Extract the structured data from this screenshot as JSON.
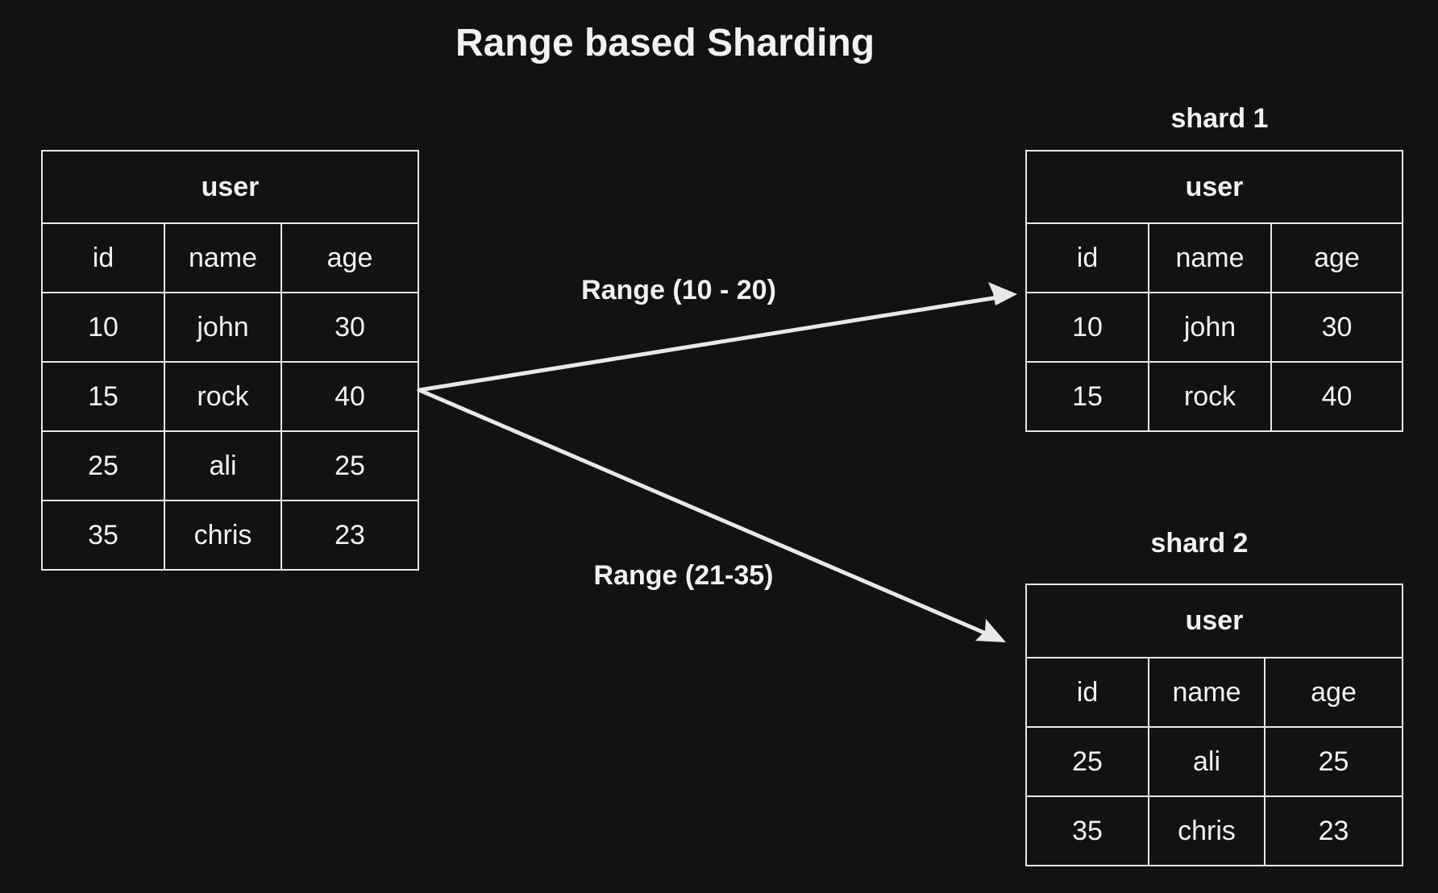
{
  "title": "Range based Sharding",
  "source": {
    "table_name": "user",
    "columns": [
      "id",
      "name",
      "age"
    ],
    "rows": [
      [
        "10",
        "john",
        "30"
      ],
      [
        "15",
        "rock",
        "40"
      ],
      [
        "25",
        "ali",
        "25"
      ],
      [
        "35",
        "chris",
        "23"
      ]
    ]
  },
  "shard1": {
    "label": "shard 1",
    "table_name": "user",
    "columns": [
      "id",
      "name",
      "age"
    ],
    "rows": [
      [
        "10",
        "john",
        "30"
      ],
      [
        "15",
        "rock",
        "40"
      ]
    ]
  },
  "shard2": {
    "label": "shard 2",
    "table_name": "user",
    "columns": [
      "id",
      "name",
      "age"
    ],
    "rows": [
      [
        "25",
        "ali",
        "25"
      ],
      [
        "35",
        "chris",
        "23"
      ]
    ]
  },
  "arrows": {
    "upper_label": "Range (10 - 20)",
    "lower_label": "Range (21-35)"
  },
  "colors": {
    "background": "#121212",
    "foreground": "#f2f2f2",
    "line": "#e8e8e8"
  }
}
